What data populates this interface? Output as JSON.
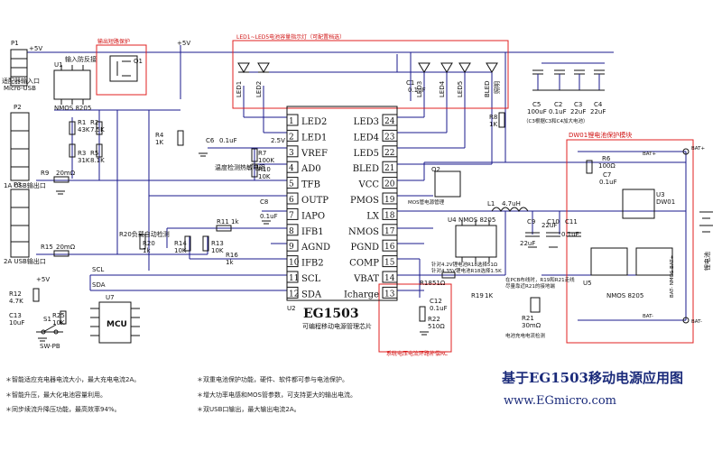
{
  "title": "基于EG1503移动电源应用图",
  "url": "www.EGmicro.com",
  "chip": {
    "name": "EG1503",
    "ref": "U2",
    "subtitle": "可编程移动电源管理芯片",
    "left_pins": [
      {
        "num": "1",
        "name": "LED2"
      },
      {
        "num": "2",
        "name": "LED1"
      },
      {
        "num": "3",
        "name": "VREF"
      },
      {
        "num": "4",
        "name": "AD0"
      },
      {
        "num": "5",
        "name": "TFB"
      },
      {
        "num": "6",
        "name": "OUTP"
      },
      {
        "num": "7",
        "name": "IAPO"
      },
      {
        "num": "8",
        "name": "IFB1"
      },
      {
        "num": "9",
        "name": "AGND"
      },
      {
        "num": "10",
        "name": "IFB2"
      },
      {
        "num": "11",
        "name": "SCL"
      },
      {
        "num": "12",
        "name": "SDA"
      }
    ],
    "right_pins": [
      {
        "num": "24",
        "name": "LED3"
      },
      {
        "num": "23",
        "name": "LED4"
      },
      {
        "num": "22",
        "name": "LED5"
      },
      {
        "num": "21",
        "name": "BLED"
      },
      {
        "num": "20",
        "name": "VCC"
      },
      {
        "num": "19",
        "name": "PMOS"
      },
      {
        "num": "18",
        "name": "LX"
      },
      {
        "num": "17",
        "name": "NMOS"
      },
      {
        "num": "16",
        "name": "PGND"
      },
      {
        "num": "15",
        "name": "COMP"
      },
      {
        "num": "14",
        "name": "VBAT"
      },
      {
        "num": "13",
        "name": "Icharge"
      }
    ]
  },
  "boxes": {
    "input_protect": "输出短路保护",
    "led": "LED1~LED5电池容量指示灯（可配置档选）",
    "dw01": "DW01锂电池保护模块",
    "comp": "系统电压电流环路补偿RC"
  },
  "labels": {
    "p1": "P1",
    "plus5v": "+5V",
    "micro_usb_in": "适配器输入口",
    "micro_usb": "Micro-USB",
    "u1": "U1",
    "u1_desc": "输入防反接",
    "nmos_u1": "NMOS 8205",
    "q1": "Q1",
    "p2": "P2",
    "usb1": "1A USB输出口",
    "p3": "P3",
    "usb2": "2A USB输出口",
    "r9": "R9",
    "r9_val": "20mΩ",
    "r15": "R15",
    "r15_val": "20mΩ",
    "r1": "R1",
    "r1_val": "43K",
    "r2": "R2",
    "r2_val": "7.5K",
    "r3": "R3",
    "r3_val": "31K",
    "r5": "R5",
    "r5_val": "8.1K",
    "r4": "R4",
    "r4_val": "1K",
    "c6": "C6",
    "c6_val": "0.1uF",
    "vref_v": "2.5V",
    "r7": "R7",
    "r7_val": "100K",
    "r10": "R10",
    "r10_val": "10K",
    "temp": "温度检测热敏电阻",
    "c8": "C8",
    "c8_val": "0.1uF",
    "r11": "R11",
    "r11_val": "1k",
    "r20": "R20",
    "r20_val": "1k",
    "r20_note": "R20负载自动检测",
    "r14": "R14",
    "r14_val": "10K",
    "r13": "R13",
    "r13_val": "10K",
    "r16": "R16",
    "r16_val": "1k",
    "scl": "SCL",
    "sda": "SDA",
    "r12": "R12",
    "r12_val": "4.7K",
    "c13": "C13",
    "c13_val": "10uF",
    "r25": "R25",
    "r25_val": "10K",
    "u7": "U7",
    "mcu": "MCU",
    "s1": "S1",
    "sw": "SW-PB",
    "led1": "LED1",
    "led2": "LED2",
    "led3": "LED3",
    "led4": "LED4",
    "led5": "LED5",
    "bled": "BLED",
    "lighting": "照明",
    "c1": "C1",
    "c1_val": "0.1uF",
    "r8a": "R8",
    "r8a_val": "1K",
    "c5": "C5",
    "c5_val": "100uF",
    "c2": "C2",
    "c2_val": "0.1uF",
    "c3": "C3",
    "c3_val": "22uF",
    "c4": "C4",
    "c4_val": "22uF",
    "cap_note": "（C3根据C3和C4加大电池）",
    "q2": "Q2",
    "mos_note": "MOS管电源管理",
    "u4": "U4",
    "nmos_u4": "NMOS 8205",
    "l1": "L1",
    "l1_val": "4.7uH",
    "c9": "C9",
    "c9_val": "22uF",
    "c10": "C10",
    "c10_val": "22uF",
    "c11": "C11",
    "c11_val": "0.1uF",
    "vnote1": "针对4.2V锂电池R18选择51Ω",
    "vnote2": "针对4.35V锂电池R18选择1.5K",
    "r18": "R18",
    "r18_val": "51Ω",
    "r19": "R19",
    "r19_val": "1K",
    "c12": "C12",
    "c12_val": "0.1uF",
    "r22": "R22",
    "r22_val": "510Ω",
    "r21": "R21",
    "r21_val": "30mΩ",
    "charge_note": "电池充电电流检测",
    "pcb_note1": "在PCB布线时，R19和R21走线",
    "pcb_note2": "尽量靠近R21的接地端",
    "r6": "R6",
    "r6_val": "100Ω",
    "c7": "C7",
    "c7_val": "0.1uF",
    "u3": "U3",
    "dw01_chip": "DW01",
    "u5": "U5",
    "nmos_u5": "NMOS 8205",
    "batp": "BAT+",
    "batn": "BAT-",
    "bat_side": "锂电池",
    "bat_nodes": "BAT- NMOS BAT+"
  },
  "features": [
    "＊智能适应充电器电流大小，最大充电电流2A。",
    "＊智能升压，最大化电池容量利用。",
    "＊同步续流升降压功能，最高效率94%。",
    "＊双重电池保护功能，硬件、软件都可参与电池保护。",
    "＊增大功率电感和MOS管参数，可支持更大的输出电流。",
    "＊双USB口输出，最大输出电流2A。"
  ],
  "colors": {
    "wire": "#1a1a8c",
    "annotation": "#e02020",
    "text": "#111111",
    "title": "#1a2a7a"
  }
}
